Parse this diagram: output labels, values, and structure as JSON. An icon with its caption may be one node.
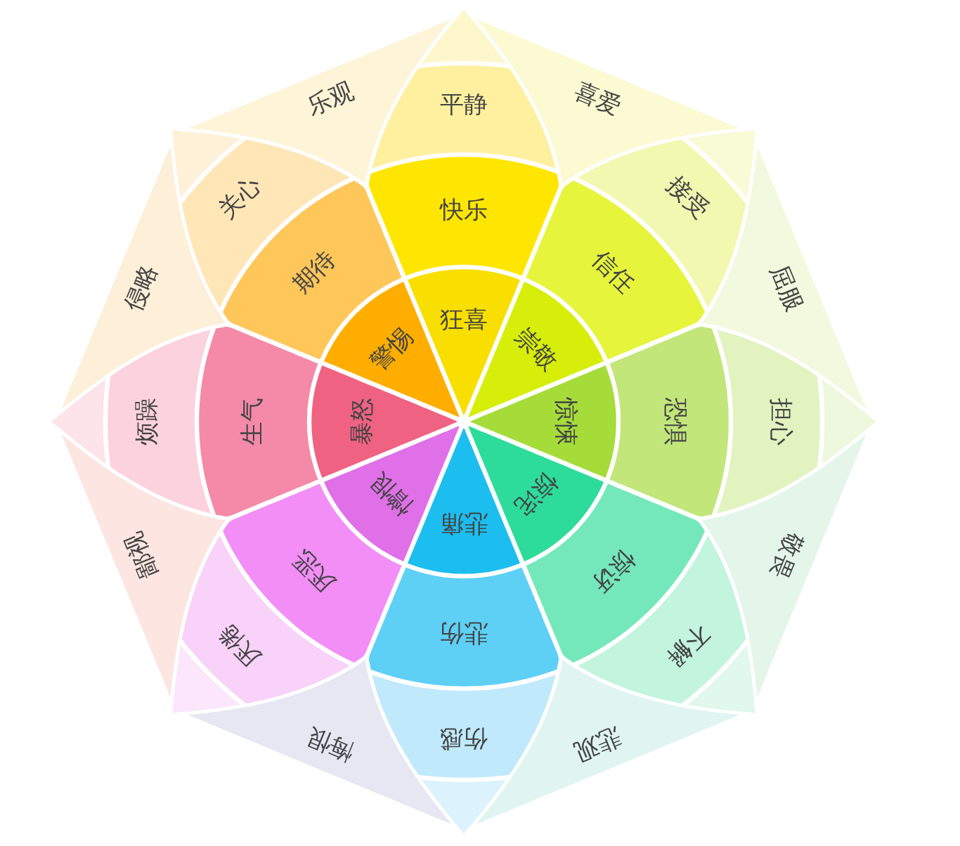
{
  "diagram": {
    "nodes": [
      {
        "text": [
          "平静"
        ]
      },
      {
        "text": [
          "快乐"
        ]
      },
      {
        "text": [
          "狂喜"
        ]
      },
      {
        "text": [
          "喜爱"
        ]
      },
      {
        "text": [
          "接受"
        ]
      },
      {
        "text": [
          "信任"
        ]
      },
      {
        "text": [
          "崇敬"
        ]
      },
      {
        "text": [
          "屈服"
        ]
      },
      {
        "text": [
          "担心"
        ]
      },
      {
        "text": [
          "恐惧"
        ]
      },
      {
        "text": [
          "惊悚"
        ]
      },
      {
        "text": [
          "敬畏"
        ]
      },
      {
        "text": [
          "不解"
        ]
      },
      {
        "text": [
          "惊讶"
        ]
      },
      {
        "text": [
          "惊诧"
        ]
      },
      {
        "text": [
          "悲观"
        ]
      },
      {
        "text": [
          "伤感"
        ]
      },
      {
        "text": [
          "悲伤"
        ]
      },
      {
        "text": [
          "悲痛"
        ]
      },
      {
        "text": [
          "悔恨"
        ]
      },
      {
        "text": [
          "厌倦"
        ]
      },
      {
        "text": [
          "厌恶"
        ]
      },
      {
        "text": [
          "憎恨"
        ]
      },
      {
        "text": [
          "鄙视"
        ]
      },
      {
        "text": [
          "烦躁"
        ]
      },
      {
        "text": [
          "生气"
        ]
      },
      {
        "text": [
          "暴怒"
        ]
      },
      {
        "text": [
          "侵略"
        ]
      },
      {
        "text": [
          "关心"
        ]
      },
      {
        "text": [
          "期待"
        ]
      },
      {
        "text": [
          "警惕"
        ]
      },
      {
        "text": [
          "乐观"
        ]
      }
    ]
  }
}
